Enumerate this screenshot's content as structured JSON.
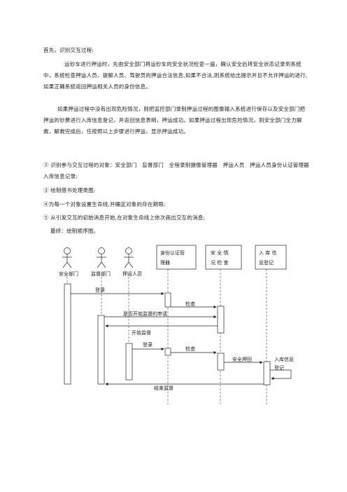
{
  "doc": {
    "intro": "首先，识别交互过程:",
    "para1": "运钞车进行押运时，先由安全部门将运钞车的安全状况检查一遍，确认安全后将安全状态记录到系统中，系统检查押运人员、提解人员、驾驶员的押运合法信息,如果不合法,则系统给出提示并且不允许押运的进行,如果正确系统返回押运相关人员的身份信息。",
    "para2": "如果押运过程中没有出现危险情况，则把监控部门录制押运过程的图像输入系统进行保存以及安全部门把押运的钞票进行入库信息登记，并返回信息表明，押运成功。如果押运过程出现危险情况，则安全部门全力解救，解救完成后，任按照以上步骤进行押运，显示押运成功。",
    "step2": "② 识别参与交互过程的对象：安全部门　监督部门　全程录制摄像管理器　押运人员　押运人员身份认证管理器　入库信息记录;",
    "step3": "③ 绘制借书处理类图;",
    "step4": "④为每一个对象设置生命线,并确定对象的存在期限;",
    "step5": "⑤ 从引发交互的初始消息开始,在对象生命线上依次画出交互的消息;",
    "final": "最终：绘制顺序图。"
  },
  "diagram": {
    "actors": [
      "安全部门",
      "监督部门",
      "押运人员"
    ],
    "objects": [
      {
        "line1": "身份认证管",
        "line2": "理器"
      },
      {
        "line1": "安 全 情",
        "line2": "况 检 查"
      },
      {
        "line1": "入 库 信",
        "line2": "息登记"
      }
    ],
    "messages": {
      "m1": "登录",
      "m2": "检查",
      "m3": "是否开始监督的申请",
      "m4": "开始监督",
      "m5": "登录",
      "m6": "检查",
      "m7": "安全押回",
      "m8a": "入库信息",
      "m8b": "登记",
      "m9": "结束监督"
    }
  }
}
